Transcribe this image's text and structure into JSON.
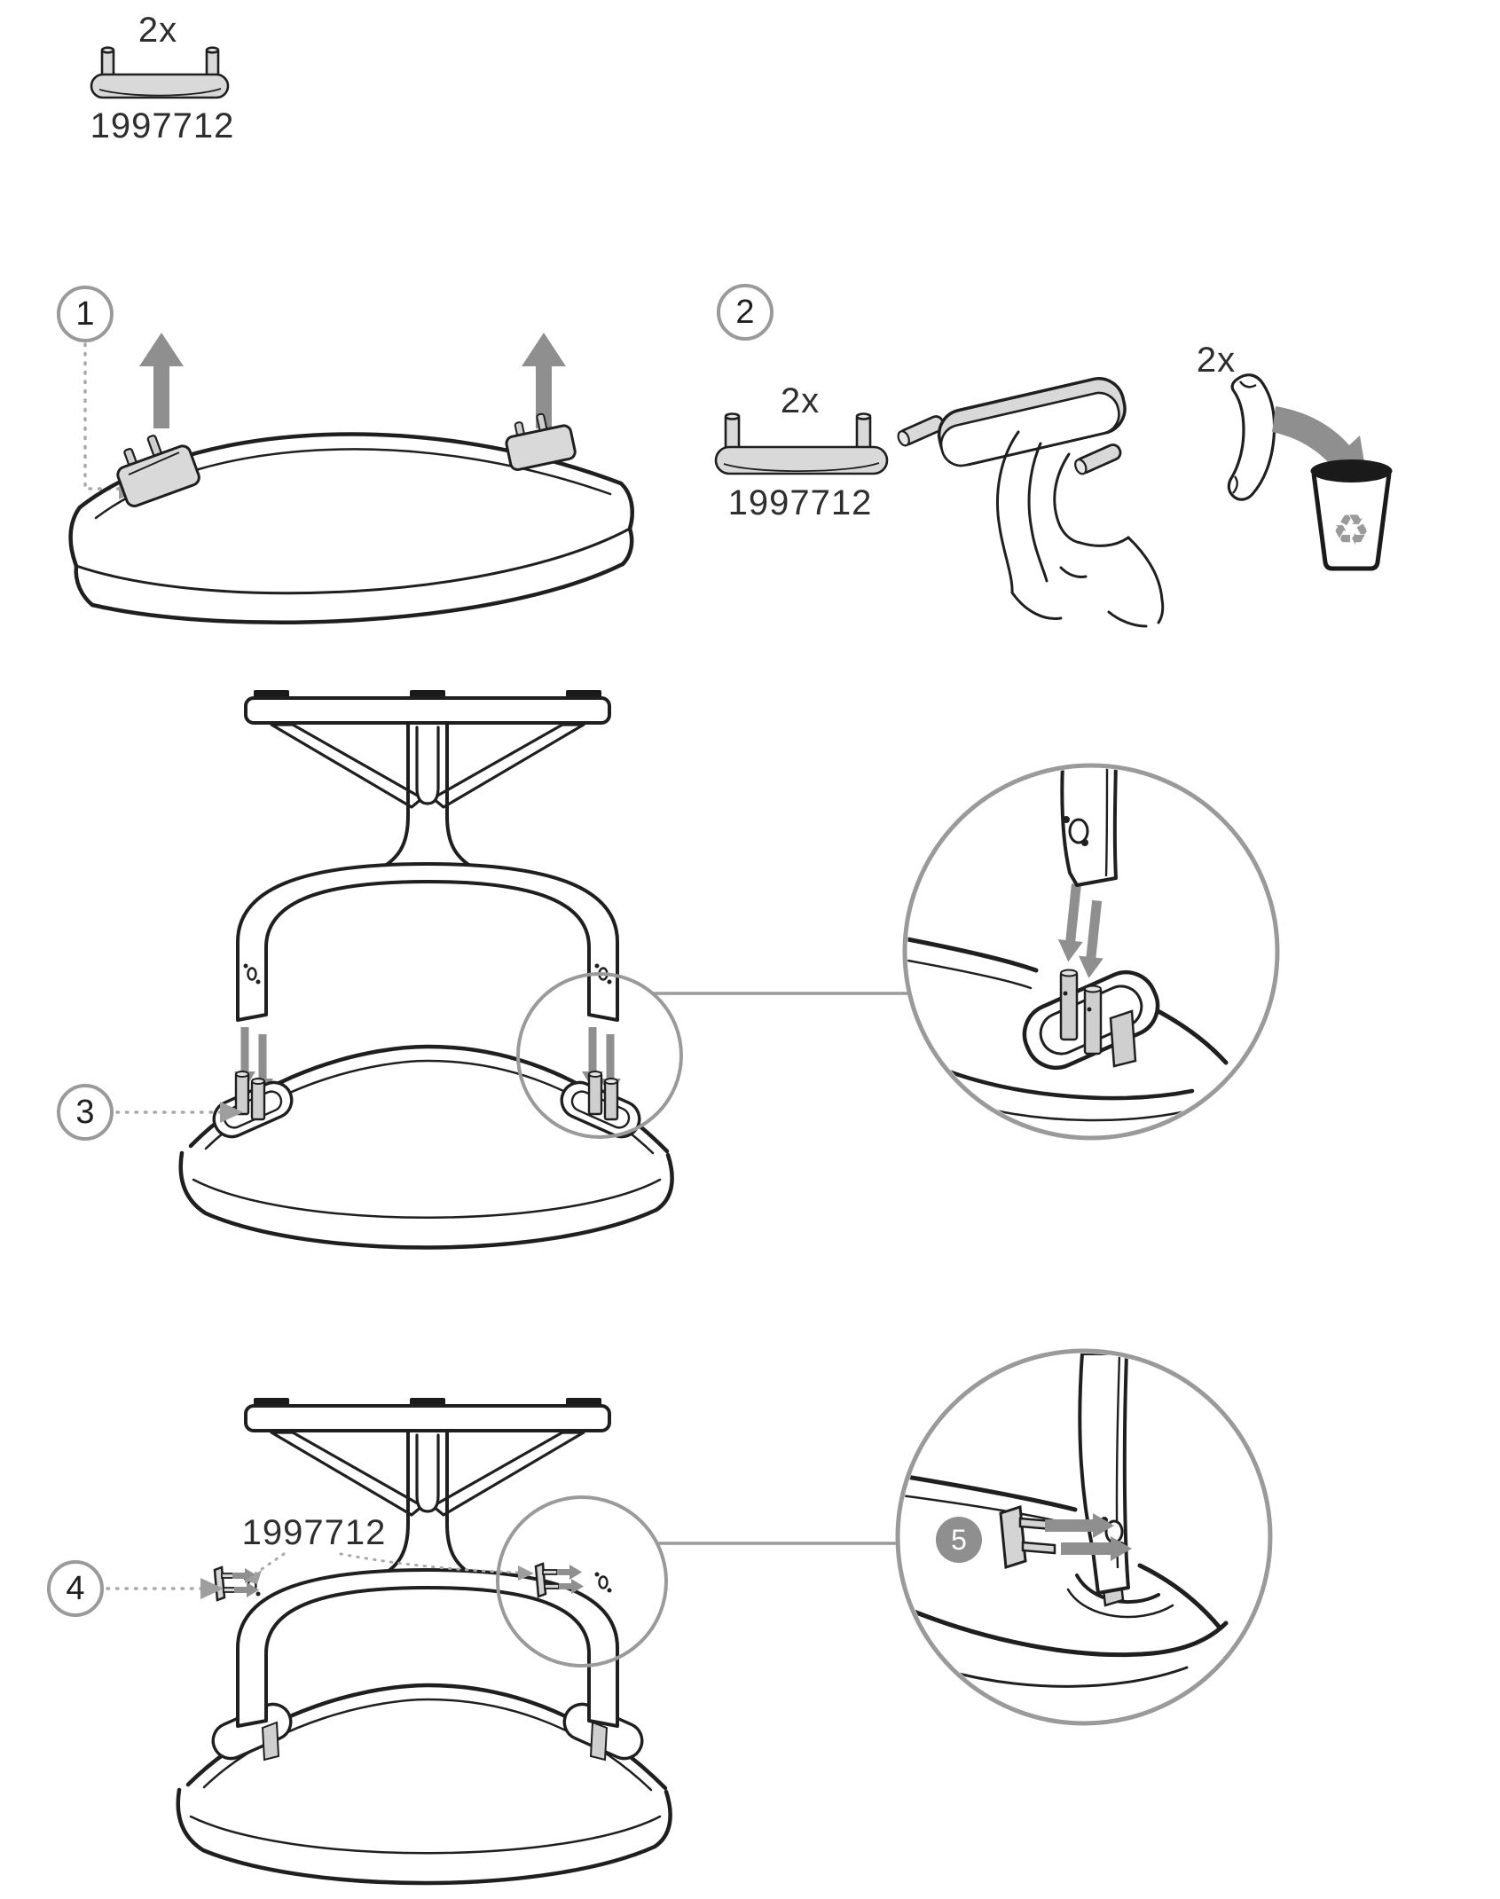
{
  "parts_callout": {
    "quantity_label": "2x",
    "part_number": "1997712"
  },
  "steps": {
    "step1": {
      "number": "1"
    },
    "step2": {
      "number": "2",
      "part_quantity_label": "2x",
      "part_number": "1997712",
      "discard_quantity_label": "2x"
    },
    "step3": {
      "number": "3"
    },
    "step4": {
      "number": "4",
      "part_number": "1997712"
    },
    "step5": {
      "number": "5"
    }
  },
  "icons": {
    "recycle": "♻"
  },
  "colors": {
    "outline": "#1f1f1f",
    "part_fill": "#d9d9d9",
    "pin_fill": "#cfcfcf",
    "arrow_gray": "#8f8f8f",
    "callout_gray": "#9e9e9e",
    "bin_black": "#1a1a1a",
    "text": "#2e2e2e"
  }
}
